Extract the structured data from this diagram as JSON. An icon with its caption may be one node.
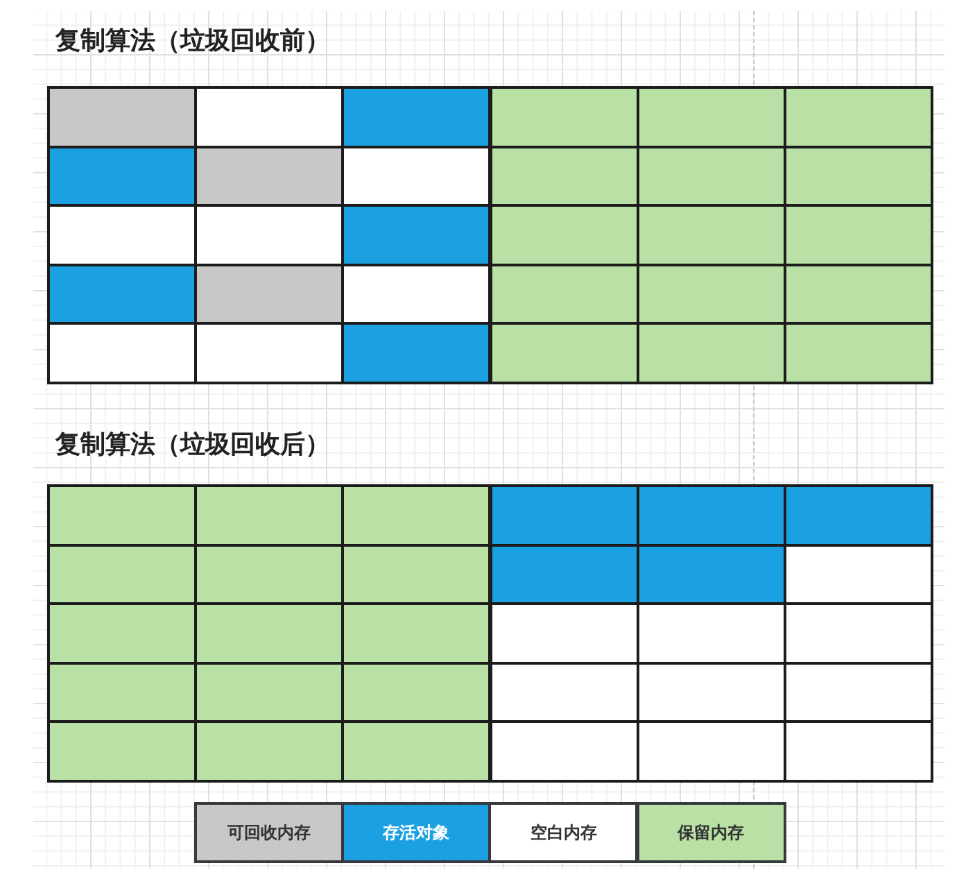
{
  "diagram": {
    "nodes": [
      {
        "text": [],
        "shape": "box"
      },
      {
        "text": [],
        "shape": "box"
      },
      {
        "text": [],
        "shape": "box"
      },
      {
        "text": [],
        "shape": "box"
      },
      {
        "text": [],
        "shape": "box"
      },
      {
        "text": [],
        "shape": "box"
      },
      {
        "text": [],
        "shape": "box"
      },
      {
        "text": [],
        "shape": "box"
      },
      {
        "text": [],
        "shape": "box"
      },
      {
        "text": [],
        "shape": "box"
      },
      {
        "text": [],
        "shape": "box"
      },
      {
        "text": [],
        "shape": "box"
      },
      {
        "text": [],
        "shape": "box"
      },
      {
        "text": [],
        "shape": "box"
      },
      {
        "text": [],
        "shape": "box"
      },
      {
        "text": [],
        "shape": "box"
      },
      {
        "text": [],
        "shape": "box"
      },
      {
        "text": [],
        "shape": "box"
      },
      {
        "text": [],
        "shape": "box"
      },
      {
        "text": [],
        "shape": "box"
      },
      {
        "text": [],
        "shape": "box"
      },
      {
        "text": [],
        "shape": "box"
      },
      {
        "text": [],
        "shape": "box"
      },
      {
        "text": [],
        "shape": "box"
      },
      {
        "text": [],
        "shape": "box"
      },
      {
        "text": [],
        "shape": "box"
      },
      {
        "text": [],
        "shape": "box"
      },
      {
        "text": [],
        "shape": "box"
      },
      {
        "text": [],
        "shape": "box"
      },
      {
        "text": [],
        "shape": "box"
      },
      {
        "text": [],
        "shape": "box"
      },
      {
        "text": [],
        "shape": "box"
      },
      {
        "text": [],
        "shape": "box"
      },
      {
        "text": [],
        "shape": "box"
      },
      {
        "text": [],
        "shape": "box"
      },
      {
        "text": [],
        "shape": "box"
      },
      {
        "text": [],
        "shape": "box"
      },
      {
        "text": [],
        "shape": "box"
      },
      {
        "text": [],
        "shape": "box"
      },
      {
        "text": [],
        "shape": "box"
      },
      {
        "text": [],
        "shape": "box"
      },
      {
        "text": [],
        "shape": "box"
      },
      {
        "text": [],
        "shape": "box"
      },
      {
        "text": [],
        "shape": "box"
      },
      {
        "text": [],
        "shape": "box"
      },
      {
        "text": [],
        "shape": "box"
      },
      {
        "text": [],
        "shape": "box"
      },
      {
        "text": [],
        "shape": "box"
      },
      {
        "text": [],
        "shape": "box"
      },
      {
        "text": [],
        "shape": "box"
      },
      {
        "text": [],
        "shape": "box"
      },
      {
        "text": [],
        "shape": "box"
      },
      {
        "text": [],
        "shape": "box"
      },
      {
        "text": [],
        "shape": "box"
      },
      {
        "text": [],
        "shape": "box"
      },
      {
        "text": [],
        "shape": "box"
      },
      {
        "text": [],
        "shape": "box"
      },
      {
        "text": [],
        "shape": "box"
      },
      {
        "text": [],
        "shape": "box"
      },
      {
        "text": [],
        "shape": "box"
      }
    ],
    "labels": [
      "复制算法（垃圾回收前）",
      "复制算法（垃圾回收后）"
    ],
    "legend": [
      {
        "text": "可回收内存",
        "color": "#c8c8c8"
      },
      {
        "text": "存活对象",
        "color": "#1ba1e2"
      },
      {
        "text": "空白内存",
        "color": "#ffffff"
      },
      {
        "text": "保留内存",
        "color": "#b9e0a5"
      }
    ]
  }
}
